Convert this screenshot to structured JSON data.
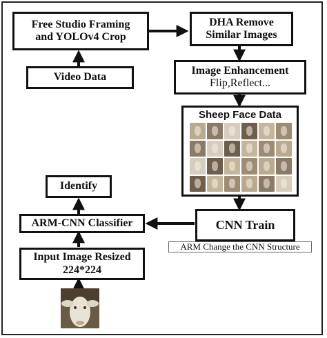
{
  "nodes": {
    "free_studio": {
      "line1": "Free Studio Framing",
      "line2": "and YOLOv4 Crop"
    },
    "dha": {
      "line1": "DHA Remove",
      "line2": "Similar Images"
    },
    "video": {
      "label": "Video Data"
    },
    "enhancement": {
      "title": "Image Enhancement",
      "subtitle": "Flip,Reflect..."
    },
    "sheep_face": {
      "title": "Sheep Face Data"
    },
    "identify": {
      "label": "Identify"
    },
    "arm_cnn": {
      "label": "ARM-CNN Classifier"
    },
    "cnn_train": {
      "label": "CNN Train"
    },
    "cnn_note": {
      "label": "ARM Change the CNN Structure"
    },
    "input_image": {
      "line1": "Input Image Resized",
      "line2": "224*224"
    }
  },
  "edges": [
    {
      "from": "Video Data",
      "to": "Free Studio Framing and YOLOv4 Crop"
    },
    {
      "from": "Free Studio Framing and YOLOv4 Crop",
      "to": "DHA Remove Similar Images"
    },
    {
      "from": "DHA Remove Similar Images",
      "to": "Image Enhancement"
    },
    {
      "from": "Image Enhancement",
      "to": "Sheep Face Data"
    },
    {
      "from": "Sheep Face Data",
      "to": "CNN Train"
    },
    {
      "from": "CNN Train",
      "to": "ARM-CNN Classifier"
    },
    {
      "from": "Input Image Resized 224*224",
      "to": "ARM-CNN Classifier"
    },
    {
      "from": "ARM-CNN Classifier",
      "to": "Identify"
    }
  ],
  "colors": {
    "border": "#111111",
    "sheep_tones": [
      "#b9a98f",
      "#8a7a66",
      "#d6cdbd",
      "#6e5e4c",
      "#c4b59c",
      "#9d8b73"
    ]
  }
}
